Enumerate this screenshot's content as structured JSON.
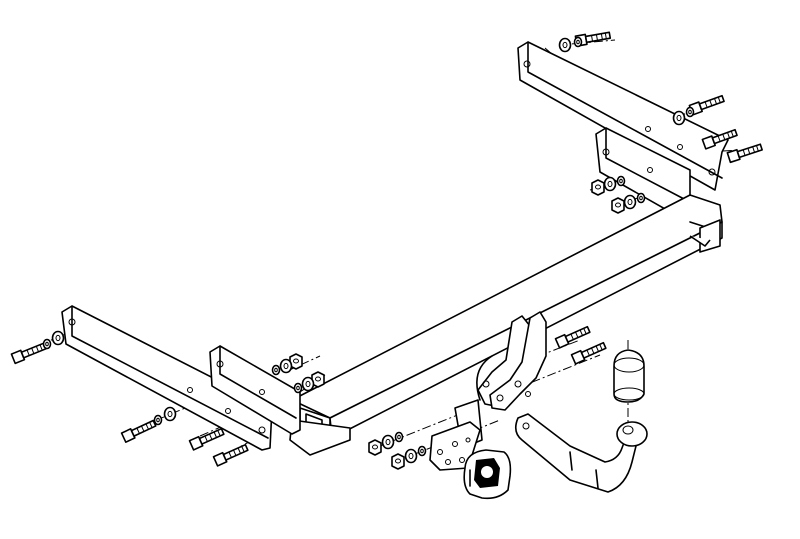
{
  "diagram": {
    "description_visible_text": "",
    "line_color": "#000000",
    "background": "#ffffff",
    "parts": [
      {
        "id": "cross-beam",
        "icon": "tube-icon"
      },
      {
        "id": "bracket-right-upper",
        "icon": "plate-icon"
      },
      {
        "id": "bracket-right-lower",
        "icon": "plate-icon"
      },
      {
        "id": "bracket-left-outer",
        "icon": "plate-icon"
      },
      {
        "id": "bracket-left-inner",
        "icon": "plate-icon"
      },
      {
        "id": "tow-ball-neck",
        "icon": "hook-icon"
      },
      {
        "id": "ball-cap",
        "icon": "cap-icon"
      },
      {
        "id": "socket-plate",
        "icon": "socket-plate-icon"
      },
      {
        "id": "electric-socket",
        "icon": "socket-icon"
      }
    ]
  }
}
